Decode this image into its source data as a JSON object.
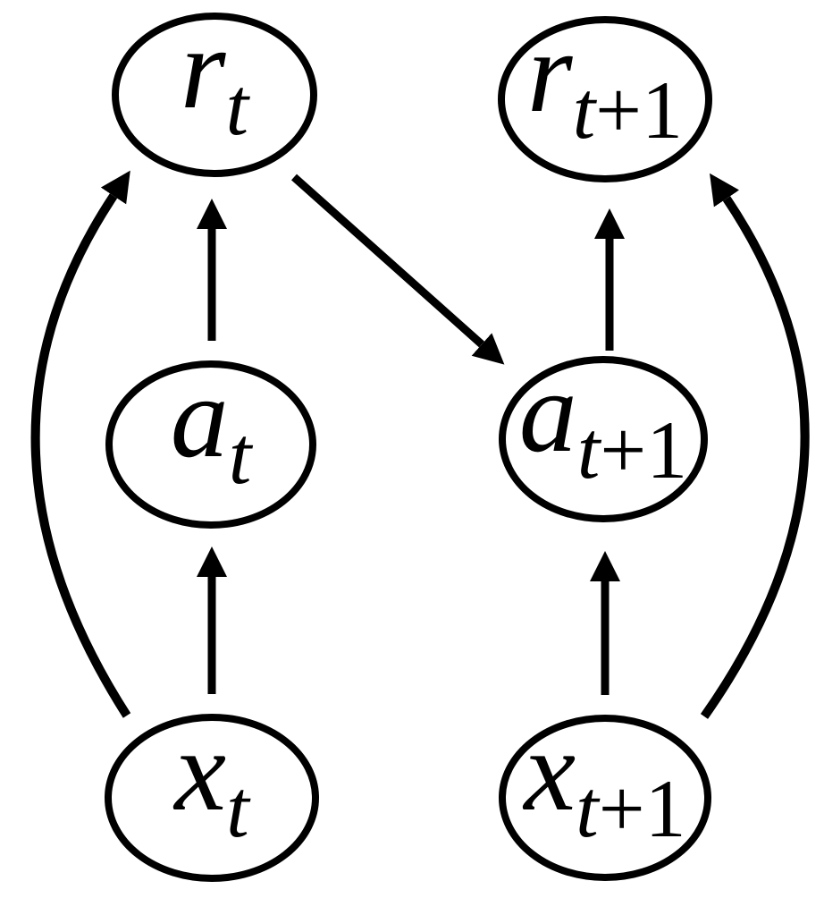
{
  "figure": {
    "description": "Directed graphical model over two time steps with reward, action and state nodes",
    "background_color": "#ffffff",
    "stroke_color": "#000000",
    "nodes": [
      {
        "id": "r_t",
        "base": "r",
        "sub_italic": "t",
        "sub_plain": ""
      },
      {
        "id": "r_t1",
        "base": "r",
        "sub_italic": "t",
        "sub_plain": "+1"
      },
      {
        "id": "a_t",
        "base": "a",
        "sub_italic": "t",
        "sub_plain": ""
      },
      {
        "id": "a_t1",
        "base": "a",
        "sub_italic": "t",
        "sub_plain": "+1"
      },
      {
        "id": "x_t",
        "base": "x",
        "sub_italic": "t",
        "sub_plain": ""
      },
      {
        "id": "x_t1",
        "base": "x",
        "sub_italic": "t",
        "sub_plain": "+1"
      }
    ],
    "edges": [
      {
        "from": "a_t",
        "to": "r_t",
        "style": "straight"
      },
      {
        "from": "x_t",
        "to": "a_t",
        "style": "straight"
      },
      {
        "from": "x_t",
        "to": "r_t",
        "style": "curved-left"
      },
      {
        "from": "r_t",
        "to": "a_t1",
        "style": "diagonal"
      },
      {
        "from": "a_t1",
        "to": "r_t1",
        "style": "straight"
      },
      {
        "from": "x_t1",
        "to": "a_t1",
        "style": "straight"
      },
      {
        "from": "x_t1",
        "to": "r_t1",
        "style": "curved-right"
      }
    ]
  }
}
